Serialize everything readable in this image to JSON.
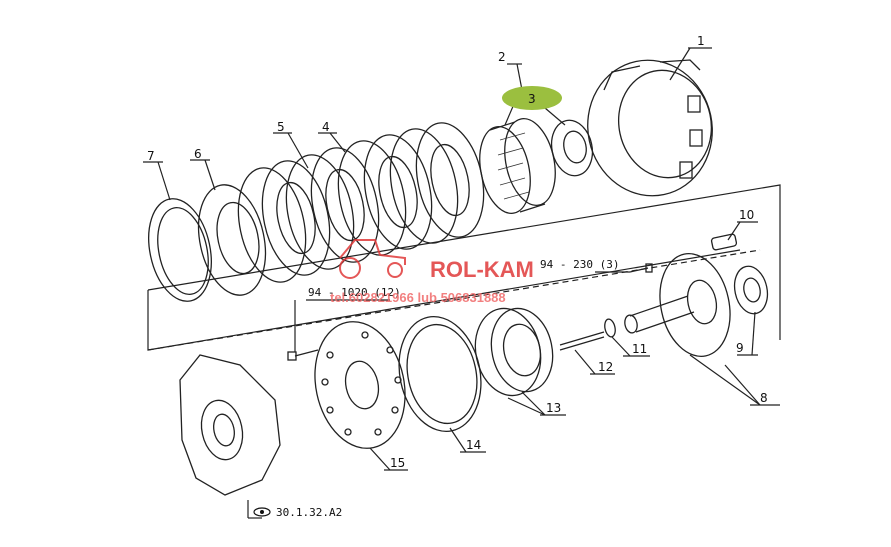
{
  "diagram": {
    "callouts": [
      "1",
      "2",
      "3",
      "4",
      "5",
      "6",
      "7",
      "8",
      "9",
      "10",
      "11",
      "12",
      "13",
      "14",
      "15"
    ],
    "highlighted_callout": "3",
    "highlight_color": "#9bbf3f",
    "references": {
      "ref_top": "94 - 230  (3)",
      "ref_mid": "94 - 1020  (12)",
      "figure_id": "30.1.32.A2"
    },
    "watermark": {
      "brand": "ROL-KAM",
      "phones": "tel.602821966 lub 506831888",
      "brand_color": "#e03a3a"
    },
    "icons": [
      "eye-icon",
      "tractor-logo-icon"
    ]
  }
}
